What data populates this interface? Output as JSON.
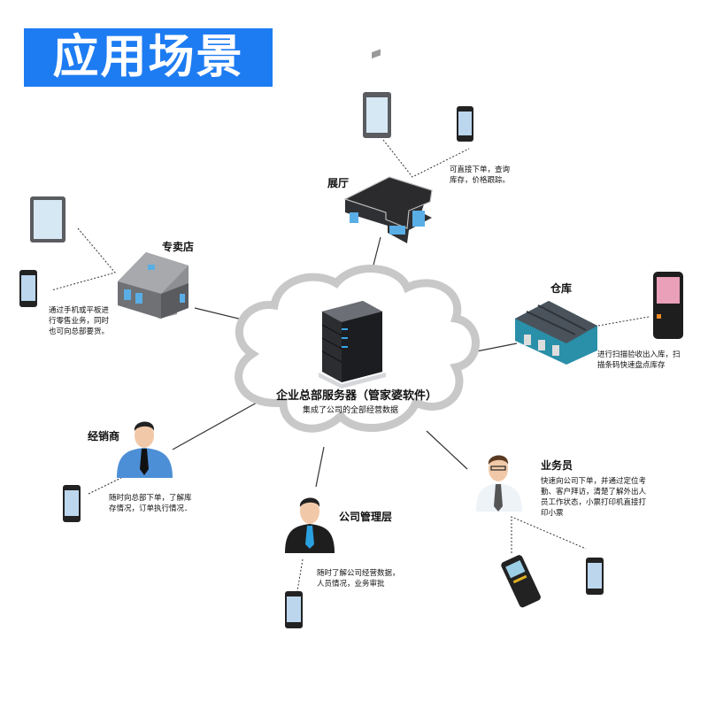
{
  "banner": {
    "title": "应用场景",
    "color": "#1e7cf2"
  },
  "center": {
    "title": "企业总部服务器（管家婆软件）",
    "subtitle": "集成了公司的全部经营数据",
    "icon": "server-icon"
  },
  "nodes": {
    "showroom": {
      "label": "展厅",
      "desc": [
        "可直接下单，查询",
        "库存，价格跟踪。"
      ],
      "devices": [
        "tablet-icon",
        "phone-icon"
      ]
    },
    "store": {
      "label": "专卖店",
      "desc": [
        "通过手机或平板进",
        "行零售业务，同时",
        "也可向总部要货。"
      ],
      "devices": [
        "tablet-icon",
        "phone-icon"
      ]
    },
    "warehouse": {
      "label": "仓库",
      "desc": [
        "进行扫描验收出入库，扫",
        "描条码快速盘点库存"
      ],
      "devices": [
        "handheld-scanner-icon"
      ]
    },
    "dealer": {
      "label": "经销商",
      "desc": [
        "随时向总部下单，了解库",
        "存情况，订单执行情况．"
      ],
      "devices": [
        "phone-icon"
      ]
    },
    "management": {
      "label": "公司管理层",
      "desc": [
        "随时了解公司经营数据，",
        "人员情况，业务审批"
      ],
      "devices": [
        "phone-icon"
      ]
    },
    "salesperson": {
      "label": "业务员",
      "desc": [
        "快速向公司下单，并通过定位考",
        "勤、客户拜访，清楚了解外出人",
        "员工作状态，小票打印机直接打",
        "印小票"
      ],
      "devices": [
        "receipt-printer-icon",
        "phone-icon"
      ]
    }
  },
  "colors": {
    "cloud": "#c8c8c8",
    "building_blue": "#5aaee6",
    "warehouse_teal": "#2a8fa8"
  }
}
